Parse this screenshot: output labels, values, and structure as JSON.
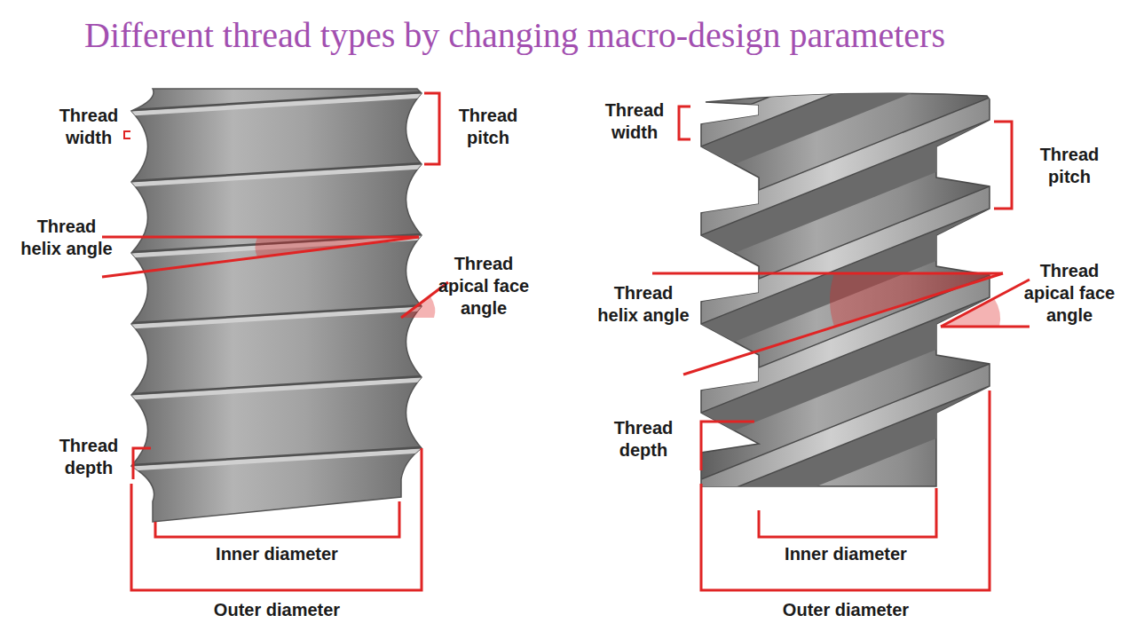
{
  "diagram": {
    "title": "Different thread types by changing macro-design parameters",
    "labels": [
      "Thread width",
      "Thread pitch",
      "Thread helix angle",
      "Thread apical face angle",
      "Thread depth",
      "Inner diameter",
      "Outer diameter",
      "Thread width",
      "Thread pitch",
      "Thread helix angle",
      "Thread apical face angle",
      "Thread depth",
      "Inner diameter",
      "Outer diameter"
    ]
  }
}
